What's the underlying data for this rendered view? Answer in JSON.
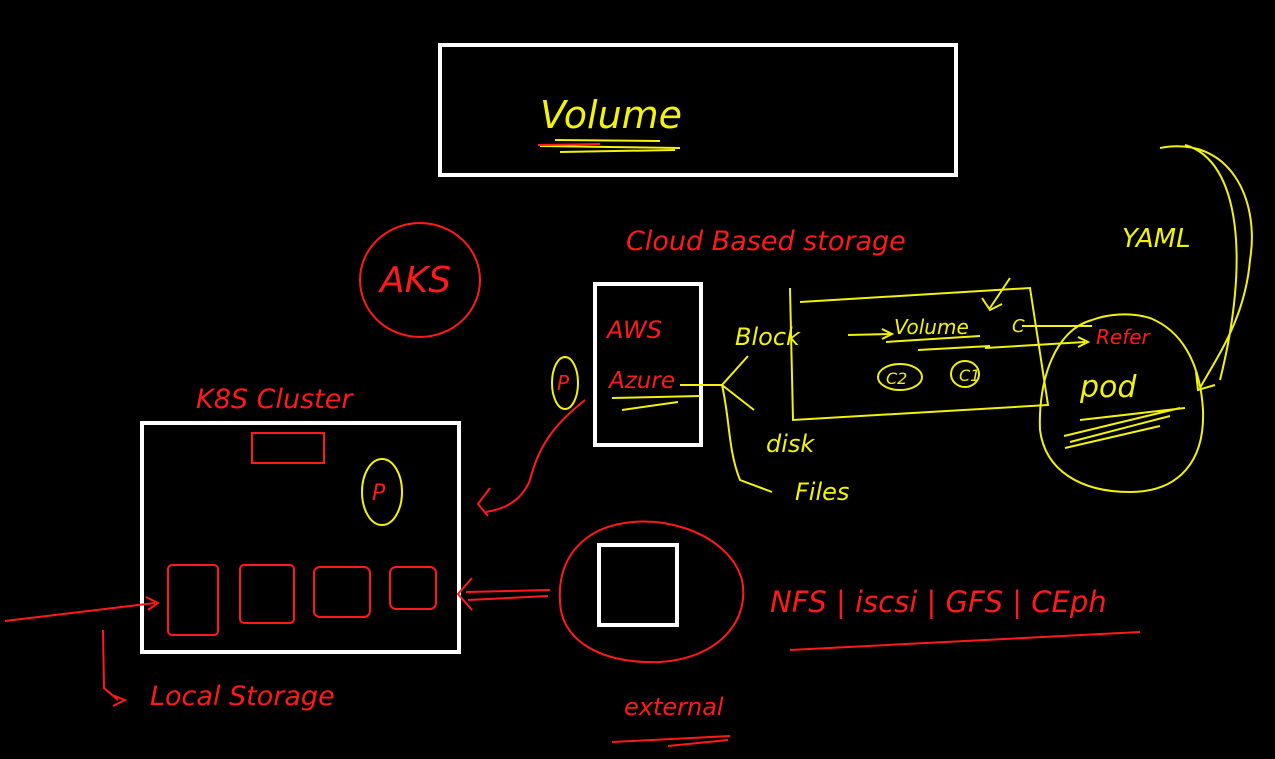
{
  "colors": {
    "background": "#000000",
    "frame": "#ffffff",
    "red": "#ff1a1a",
    "yellow": "#f2f20a"
  },
  "title": {
    "text": "Volume"
  },
  "aks": {
    "text": "AKS"
  },
  "k8s": {
    "label": "K8S Cluster",
    "pod_marker": "P",
    "local_storage": "Local Storage"
  },
  "cloud": {
    "label": "Cloud Based storage",
    "providers": [
      "AWS",
      "Azure"
    ],
    "types": [
      "Block",
      "disk",
      "Files"
    ],
    "marker": "P"
  },
  "volume_box": {
    "volume_label": "Volume",
    "containers": [
      "C2",
      "C1"
    ],
    "container_ref": "C"
  },
  "pod": {
    "ref_label": "Refer",
    "label": "pod",
    "yaml": "YAML"
  },
  "external": {
    "label": "external",
    "protocols": "NFS | iscsi | GFS | CEph"
  }
}
